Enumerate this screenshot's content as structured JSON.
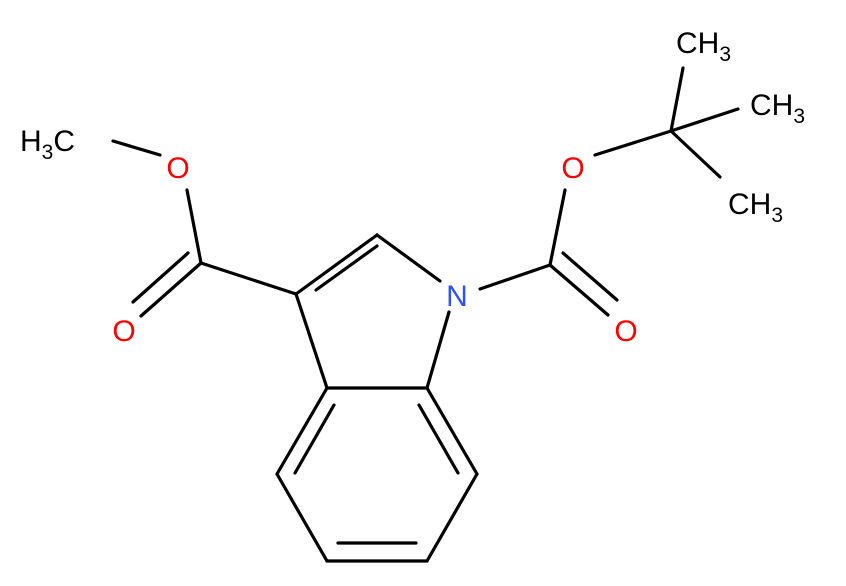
{
  "molecule": {
    "labels": {
      "methyl_ester": {
        "h": "H",
        "sub": "3",
        "c": "C"
      },
      "ester_o": "O",
      "ester_co": "O",
      "n1": "N",
      "boc_o": "O",
      "boc_co": "O",
      "me_top": {
        "c": "CH",
        "sub": "3"
      },
      "me_mid": {
        "c": "CH",
        "sub": "3"
      },
      "me_bot": {
        "c": "CH",
        "sub": "3"
      }
    },
    "colors": {
      "bond": "#000000",
      "carbon": "#000000",
      "oxygen": "#ff0000",
      "nitrogen": "#3050f8"
    }
  }
}
